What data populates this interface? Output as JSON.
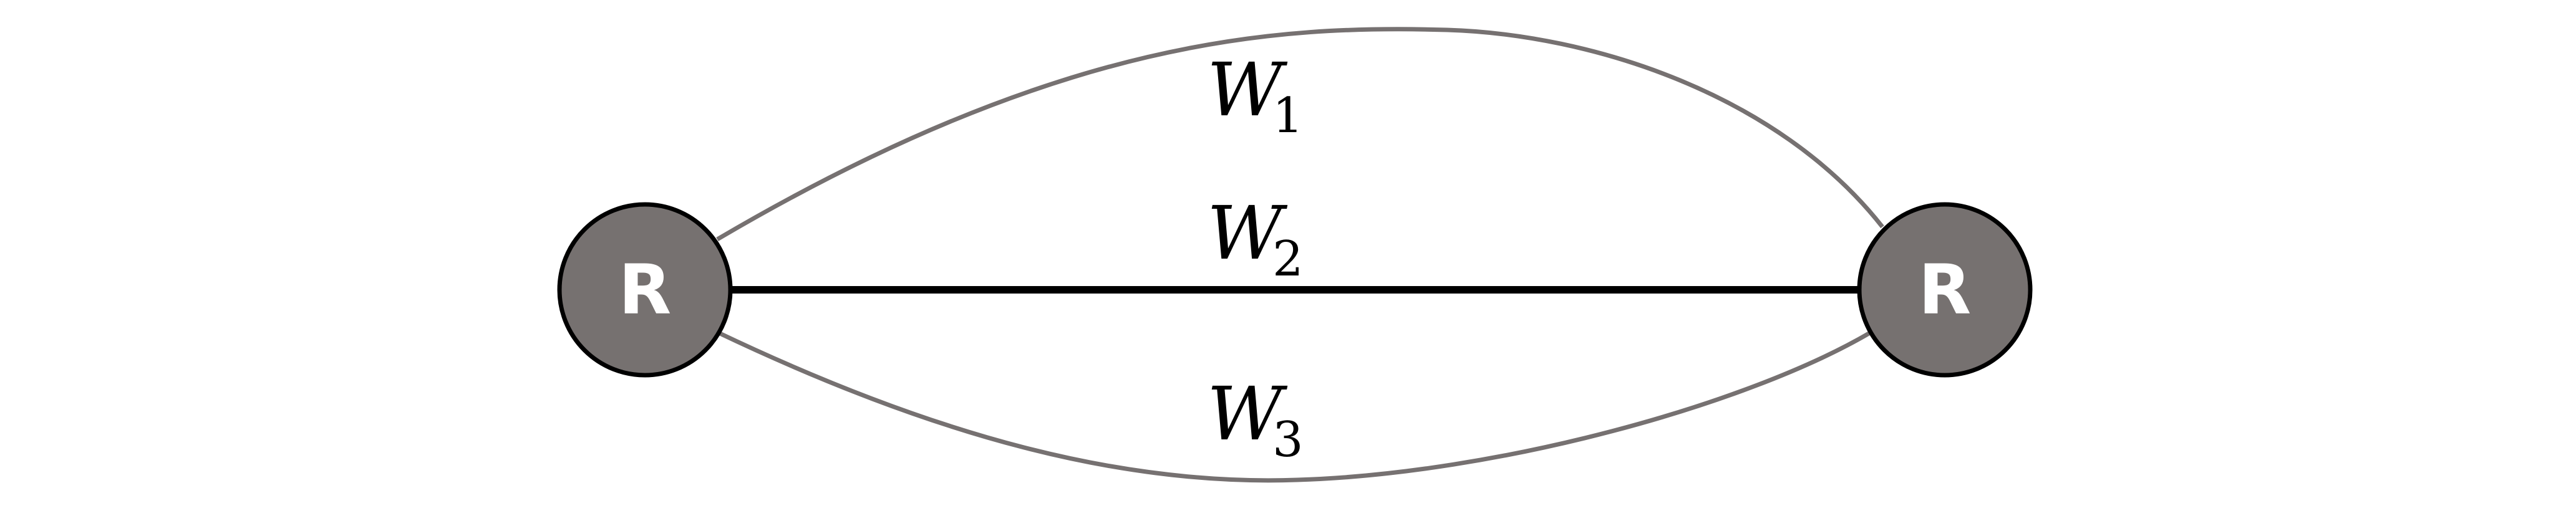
{
  "nodes": [
    {
      "label": "R"
    },
    {
      "label": "R"
    }
  ],
  "edges": [
    {
      "label": "W",
      "subscript": "1"
    },
    {
      "label": "W",
      "subscript": "2"
    },
    {
      "label": "W",
      "subscript": "3"
    }
  ],
  "colors": {
    "node_fill": "#767170",
    "node_stroke": "#000000",
    "node_text": "#ffffff",
    "curve_stroke": "#767171",
    "straight_stroke": "#000000",
    "label": "#000000"
  }
}
